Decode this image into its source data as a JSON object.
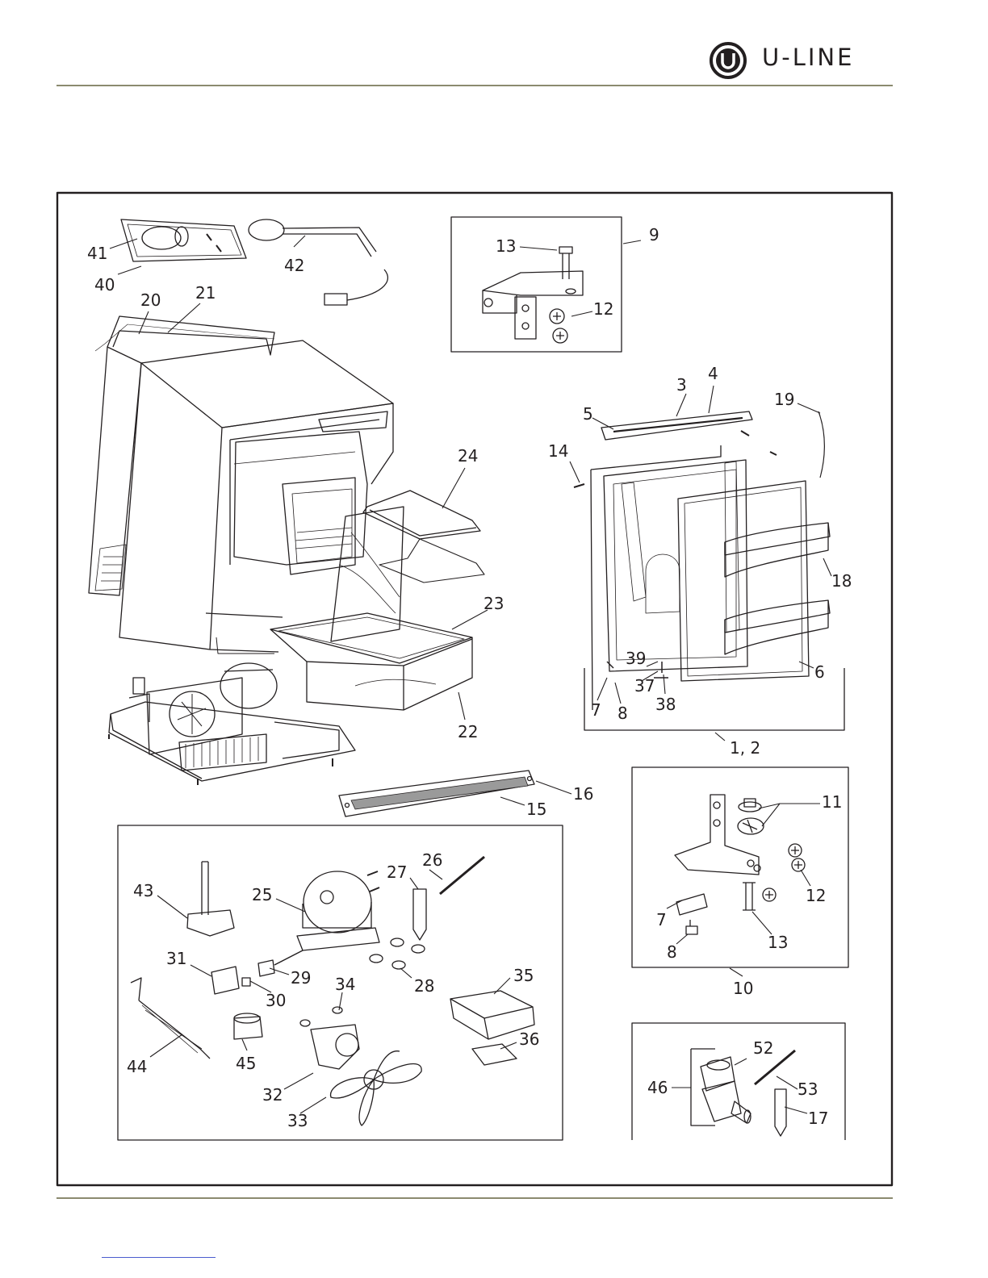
{
  "brand": {
    "name": "U-LINE",
    "logo_icon": "circle-u-logo-icon",
    "accent": "#8b8a6f"
  },
  "diagram": {
    "callouts": {
      "c1_2": "1, 2",
      "c3": "3",
      "c4": "4",
      "c5": "5",
      "c6": "6",
      "c7a": "7",
      "c8a": "8",
      "c7b": "7",
      "c8b": "8",
      "c9": "9",
      "c10": "10",
      "c11": "11",
      "c12a": "12",
      "c12b": "12",
      "c13a": "13",
      "c13b": "13",
      "c14": "14",
      "c15": "15",
      "c16": "16",
      "c17": "17",
      "c18": "18",
      "c19": "19",
      "c20": "20",
      "c21": "21",
      "c22": "22",
      "c23": "23",
      "c24": "24",
      "c25": "25",
      "c26": "26",
      "c27": "27",
      "c28": "28",
      "c29": "29",
      "c30": "30",
      "c31": "31",
      "c32": "32",
      "c33": "33",
      "c34": "34",
      "c35": "35",
      "c36": "36",
      "c37": "37",
      "c38": "38",
      "c39": "39",
      "c40": "40",
      "c41": "41",
      "c42": "42",
      "c43": "43",
      "c44": "44",
      "c45": "45",
      "c46": "46",
      "c52": "52",
      "c53": "53"
    }
  }
}
